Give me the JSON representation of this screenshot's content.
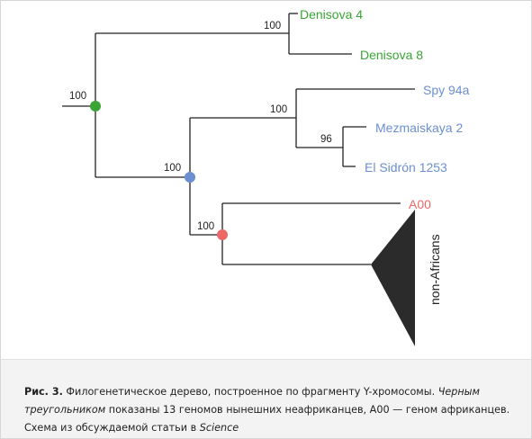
{
  "tree": {
    "taxa": [
      {
        "key": "denisova4",
        "label": "Denisova 4",
        "color": "#3aa535"
      },
      {
        "key": "denisova8",
        "label": "Denisova 8",
        "color": "#3aa535"
      },
      {
        "key": "spy94a",
        "label": "Spy 94a",
        "color": "#6b8fd0"
      },
      {
        "key": "mezmaiskaya2",
        "label": "Mezmaiskaya 2",
        "color": "#6b8fd0"
      },
      {
        "key": "elsidron1253",
        "label": "El Sidrón 1253",
        "color": "#6b8fd0"
      },
      {
        "key": "a00",
        "label": "A00",
        "color": "#ee6666"
      }
    ],
    "triangle_label": "non-Africans",
    "support": {
      "root": "100",
      "denisova_clade": "100",
      "neanderthal_modern": "100",
      "neanderthal_clade": "100",
      "mez_sidron": "96",
      "modern_clade": "100"
    },
    "node_colors": {
      "root": "#3aa535",
      "nean_mod": "#6b8fd0",
      "modern": "#ee6666"
    },
    "line_color": "#222222",
    "triangle_color": "#2b2b2b"
  },
  "caption": {
    "label": "Рис. 3.",
    "text1": " Филогенетическое дерево, построенное по фрагменту Y-хромосомы. ",
    "italic1": "Черным треугольником",
    "text2": " показаны 13 геномов нынешних неафриканцев, A00 — геном африканцев. Схема из обсуждаемой статьи в ",
    "italic2": "Science"
  }
}
